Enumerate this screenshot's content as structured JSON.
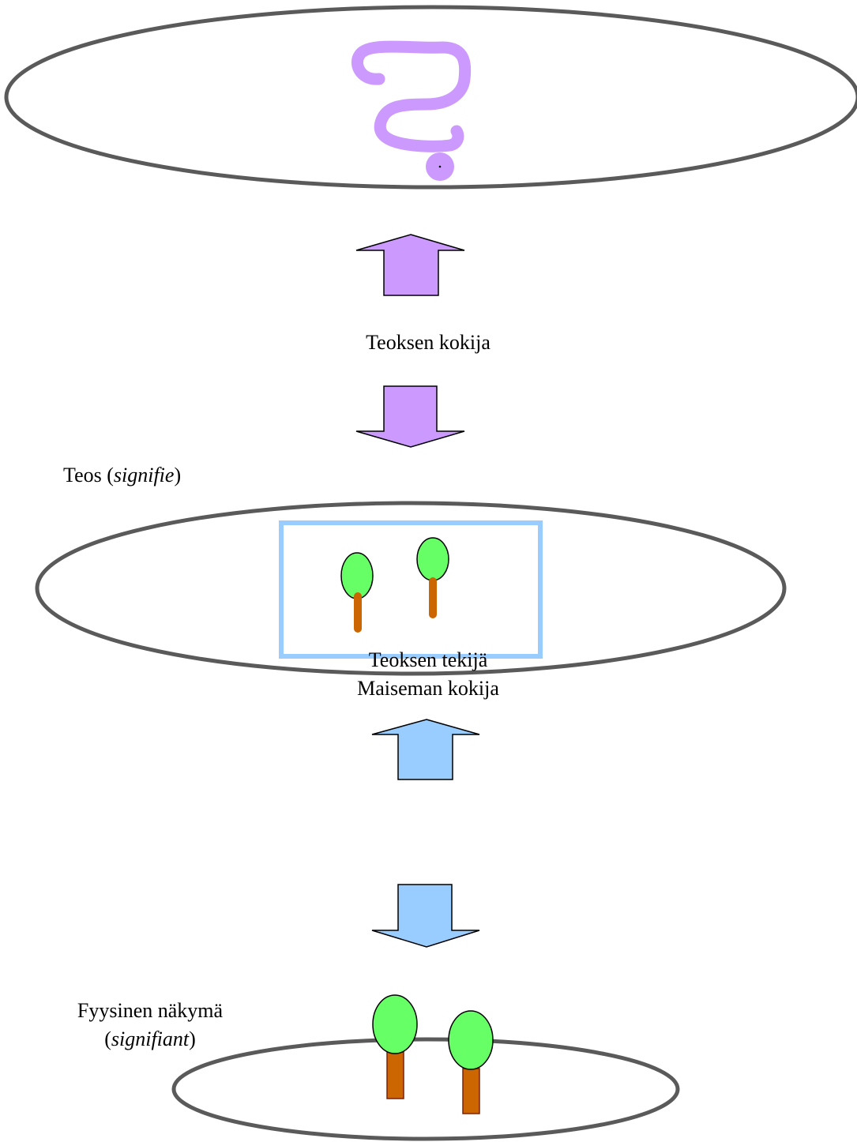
{
  "colors": {
    "outline": "#5a5a5a",
    "lavender": "#cc99ff",
    "question_mark": "#cc99ff",
    "light_blue": "#99ccff",
    "frame_blue": "#99ccff",
    "foliage_green": "#66ff66",
    "trunk_orange": "#cc6600",
    "trunk_border": "#802000",
    "arrow_stroke": "#000000"
  },
  "icons": {
    "top_symbol": "question-mark-icon",
    "work_picture": "framed-trees-icon",
    "physical_scene": "trees-icon"
  },
  "labels": {
    "viewer": "Teoksen kokija",
    "maker_line1": "Teoksen tekijä",
    "maker_line2": "Maiseman kokija",
    "work_prefix": "Teos (",
    "work_term": "signifie",
    "work_suffix": ")",
    "physical_line1": "Fyysinen näkymä",
    "physical_prefix": "(",
    "physical_term": "signifiant",
    "physical_suffix": ")"
  }
}
